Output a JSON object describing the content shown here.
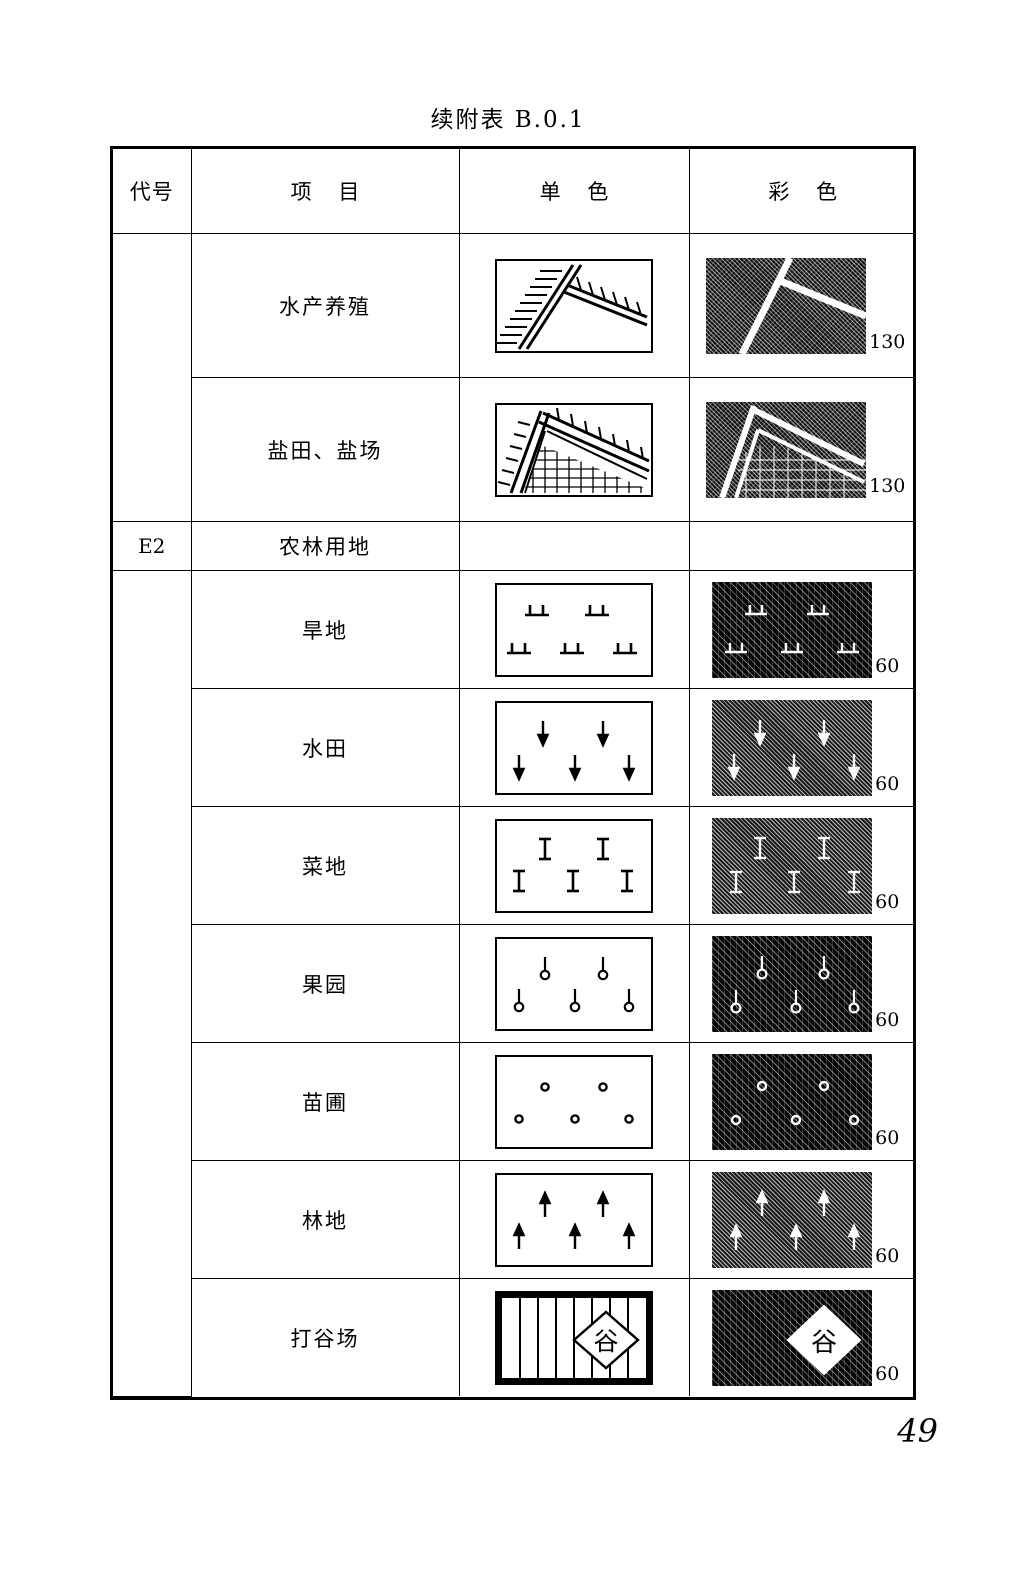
{
  "document": {
    "title": "续附表 B.0.1",
    "page_number": "49"
  },
  "table": {
    "headers": {
      "code": "代号",
      "item": "项 目",
      "monochrome": "单 色",
      "color": "彩 色"
    },
    "rows": [
      {
        "code": "",
        "item": "水产养殖",
        "mono_symbol": "aquaculture-dike-hatch",
        "color_code": "130"
      },
      {
        "code": "",
        "item": "盐田、盐场",
        "mono_symbol": "salt-field-dike-grid",
        "color_code": "130"
      },
      {
        "code": "E2",
        "item": "农林用地",
        "mono_symbol": "",
        "color_code": "",
        "section": true
      },
      {
        "code": "",
        "item": "旱地",
        "mono_symbol": "dry-land-tick-pairs",
        "color_code": "60"
      },
      {
        "code": "",
        "item": "水田",
        "mono_symbol": "paddy-field-down-arrows",
        "color_code": "60"
      },
      {
        "code": "",
        "item": "菜地",
        "mono_symbol": "vegetable-plot-i-bars",
        "color_code": "60"
      },
      {
        "code": "",
        "item": "果园",
        "mono_symbol": "orchard-stemmed-circles",
        "color_code": "60"
      },
      {
        "code": "",
        "item": "苗圃",
        "mono_symbol": "nursery-small-circles",
        "color_code": "60"
      },
      {
        "code": "",
        "item": "林地",
        "mono_symbol": "forest-up-arrows",
        "color_code": "60"
      },
      {
        "code": "",
        "item": "打谷场",
        "mono_symbol": "threshing-floor-grain-diamond",
        "color_code": "60",
        "diamond_label": "谷"
      }
    ]
  },
  "colors": {
    "ink": "#000000",
    "paper": "#ffffff"
  }
}
